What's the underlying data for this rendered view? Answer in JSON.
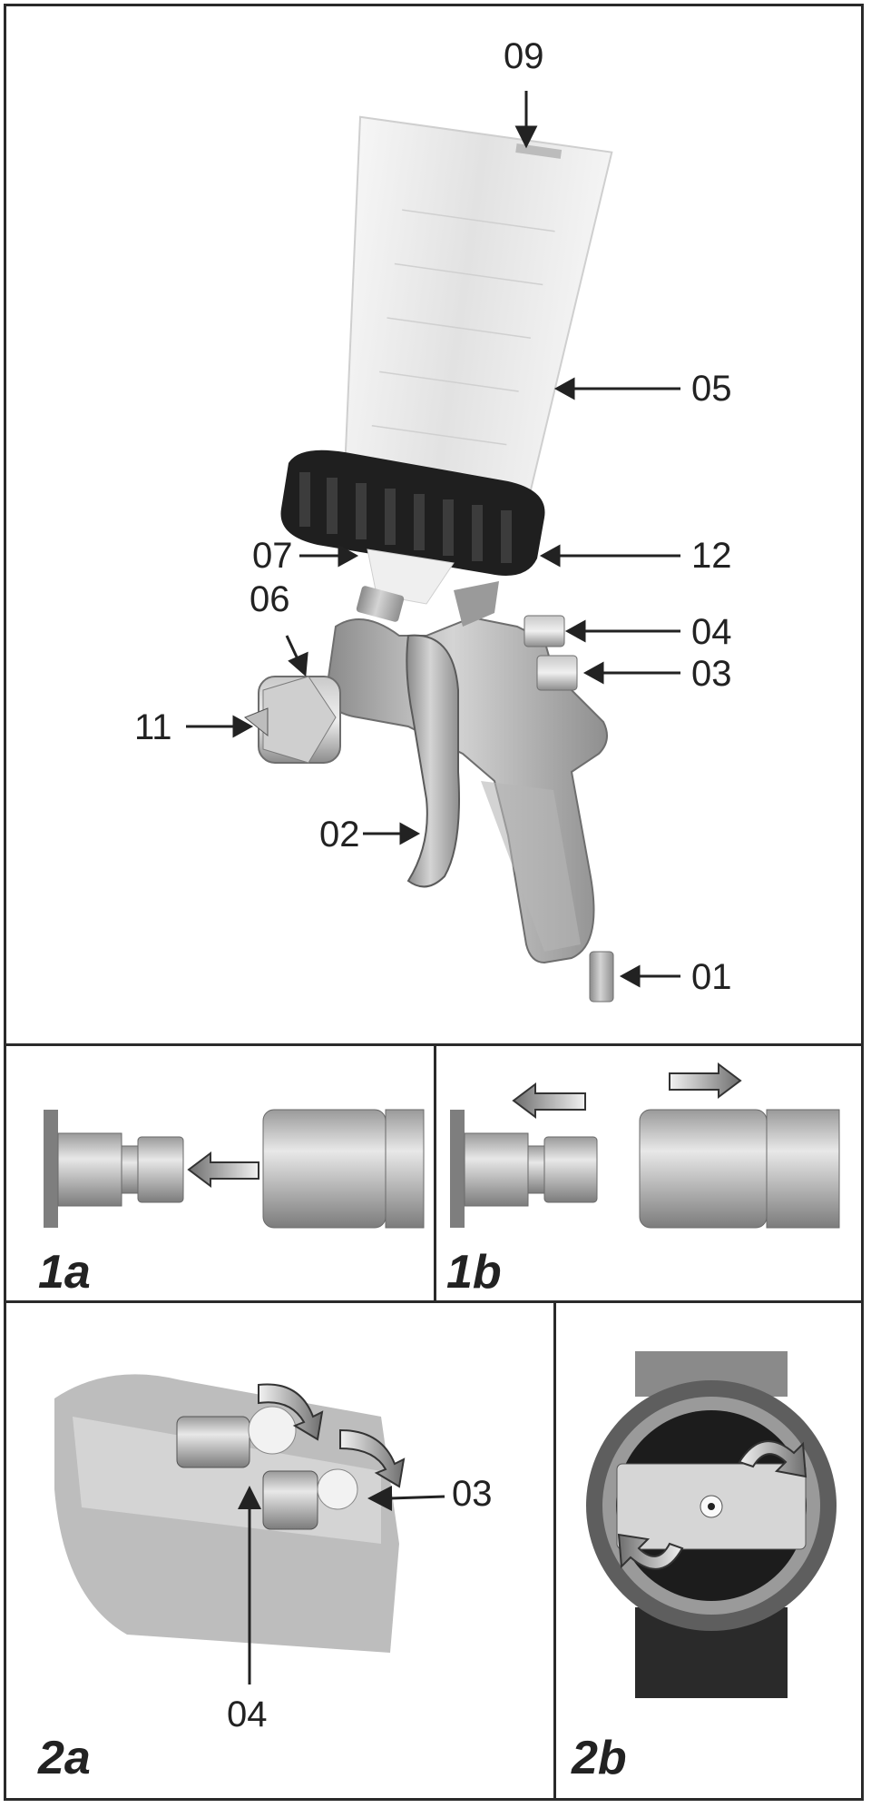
{
  "main_figure": {
    "callouts": {
      "c09": "09",
      "c05": "05",
      "c07": "07",
      "c12": "12",
      "c06": "06",
      "c04": "04",
      "c03": "03",
      "c11": "11",
      "c02": "02",
      "c01": "01"
    }
  },
  "panels": {
    "p1a": {
      "label": "1a"
    },
    "p1b": {
      "label": "1b"
    },
    "p2a": {
      "label": "2a",
      "callouts": {
        "c03": "03",
        "c04": "04"
      }
    },
    "p2b": {
      "label": "2b"
    }
  },
  "colors": {
    "border": "#2a2a2a",
    "metal_light": "#d9d9d9",
    "metal_mid": "#a8a8a8",
    "metal_dark": "#6e6e6e",
    "cup": "#eeeeee",
    "ring": "#1e1e1e"
  }
}
